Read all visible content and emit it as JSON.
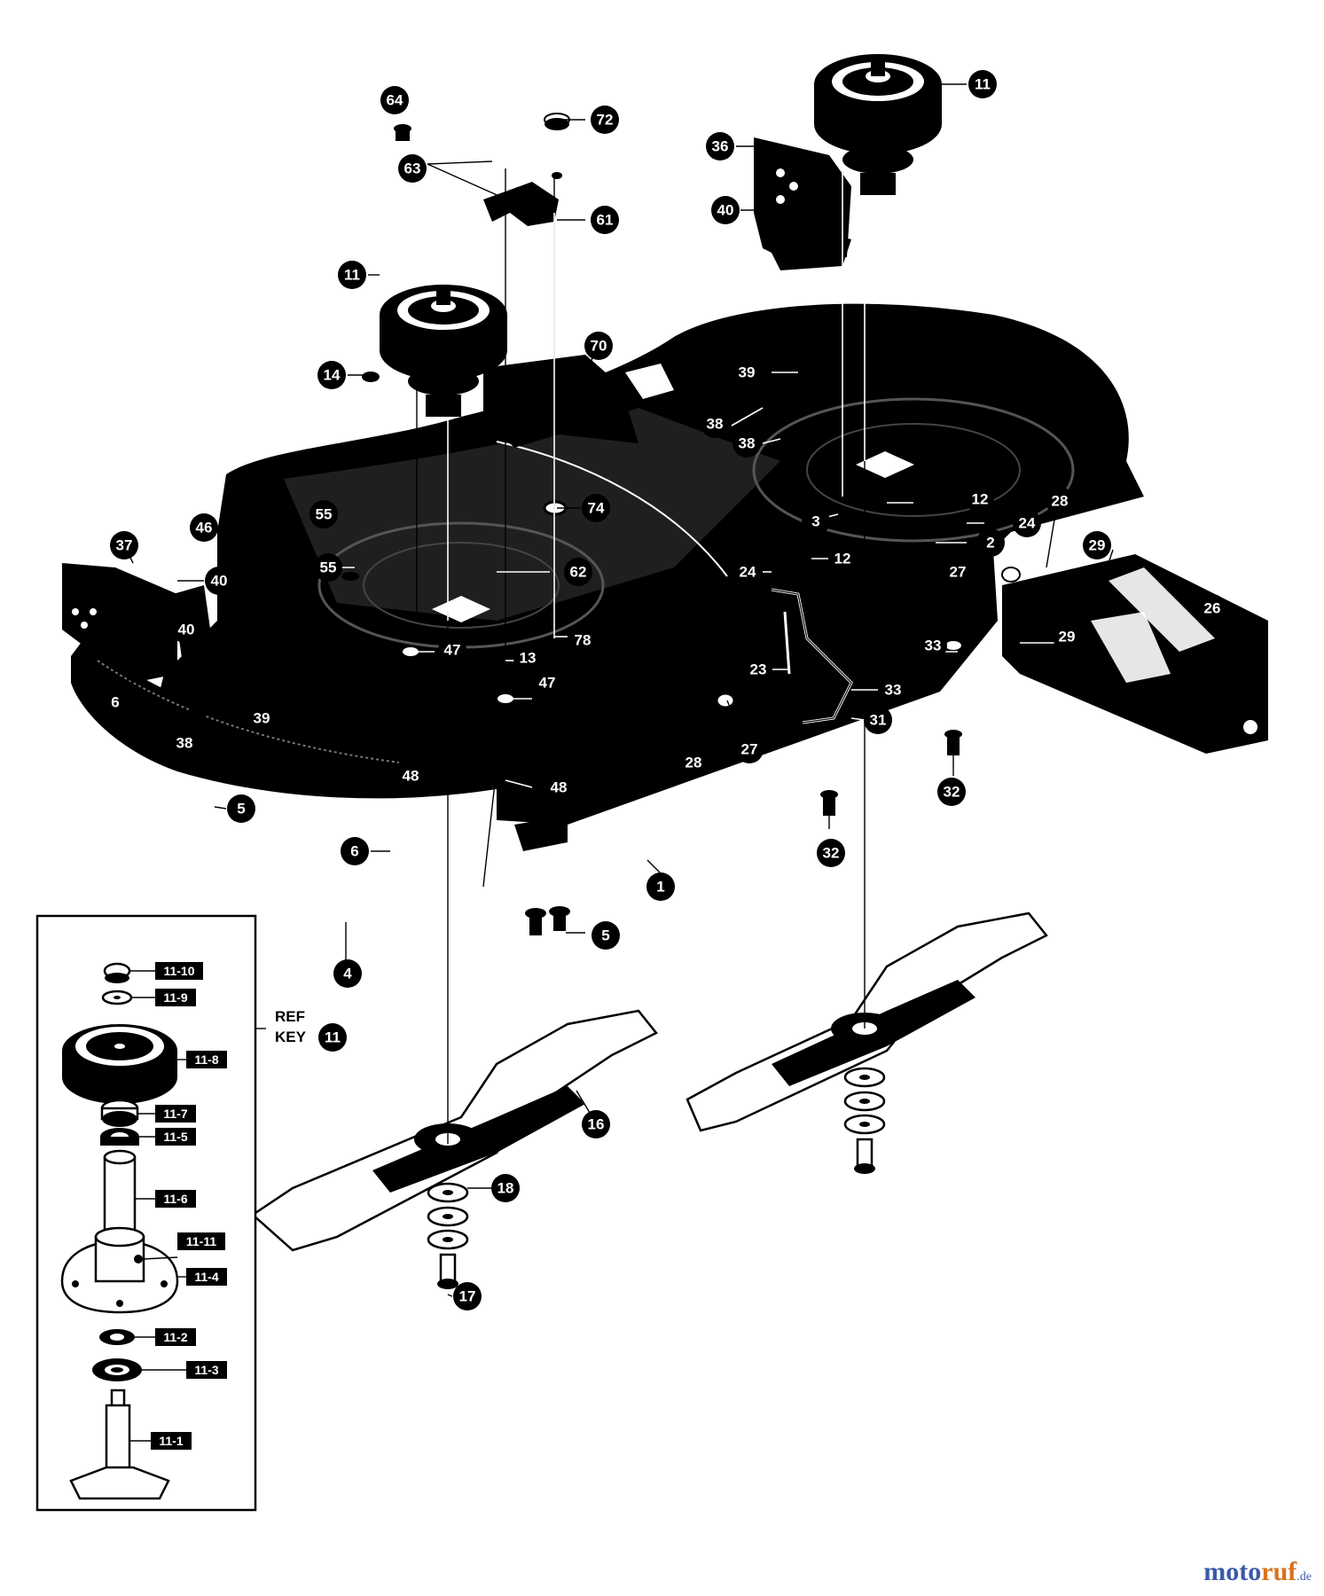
{
  "callouts": [
    {
      "id": "c64",
      "label": "64"
    },
    {
      "id": "c72",
      "label": "72"
    },
    {
      "id": "c63",
      "label": "63"
    },
    {
      "id": "c61",
      "label": "61"
    },
    {
      "id": "c11a",
      "label": "11"
    },
    {
      "id": "c36",
      "label": "36"
    },
    {
      "id": "c40a",
      "label": "40"
    },
    {
      "id": "c11b",
      "label": "11"
    },
    {
      "id": "c14",
      "label": "14"
    },
    {
      "id": "c70",
      "label": "70"
    },
    {
      "id": "c39a",
      "label": "39"
    },
    {
      "id": "c38a",
      "label": "38"
    },
    {
      "id": "c38b",
      "label": "38"
    },
    {
      "id": "c74",
      "label": "74"
    },
    {
      "id": "c55a",
      "label": "55"
    },
    {
      "id": "c46",
      "label": "46"
    },
    {
      "id": "c55b",
      "label": "55"
    },
    {
      "id": "c62",
      "label": "62"
    },
    {
      "id": "c3",
      "label": "3"
    },
    {
      "id": "c12a",
      "label": "12"
    },
    {
      "id": "c28a",
      "label": "28"
    },
    {
      "id": "c24a",
      "label": "24"
    },
    {
      "id": "c2",
      "label": "2"
    },
    {
      "id": "c12b",
      "label": "12"
    },
    {
      "id": "c24b",
      "label": "24"
    },
    {
      "id": "c27a",
      "label": "27"
    },
    {
      "id": "c29a",
      "label": "29"
    },
    {
      "id": "c26",
      "label": "26"
    },
    {
      "id": "c37",
      "label": "37"
    },
    {
      "id": "c40b",
      "label": "40"
    },
    {
      "id": "c40c",
      "label": "40"
    },
    {
      "id": "c47a",
      "label": "47"
    },
    {
      "id": "c78",
      "label": "78"
    },
    {
      "id": "c13",
      "label": "13"
    },
    {
      "id": "c47b",
      "label": "47"
    },
    {
      "id": "c23",
      "label": "23"
    },
    {
      "id": "c33a",
      "label": "33"
    },
    {
      "id": "c29b",
      "label": "29"
    },
    {
      "id": "c33b",
      "label": "33"
    },
    {
      "id": "c6a",
      "label": "6"
    },
    {
      "id": "c39b",
      "label": "39"
    },
    {
      "id": "c38c",
      "label": "38"
    },
    {
      "id": "c31",
      "label": "31"
    },
    {
      "id": "c28b",
      "label": "28"
    },
    {
      "id": "c27b",
      "label": "27"
    },
    {
      "id": "c48a",
      "label": "48"
    },
    {
      "id": "c48b",
      "label": "48"
    },
    {
      "id": "c5a",
      "label": "5"
    },
    {
      "id": "c32a",
      "label": "32"
    },
    {
      "id": "c32b",
      "label": "32"
    },
    {
      "id": "c6b",
      "label": "6"
    },
    {
      "id": "c1",
      "label": "1"
    },
    {
      "id": "c5b",
      "label": "5"
    },
    {
      "id": "c4",
      "label": "4"
    },
    {
      "id": "c16",
      "label": "16"
    },
    {
      "id": "c18",
      "label": "18"
    },
    {
      "id": "c17",
      "label": "17"
    }
  ],
  "inset": {
    "ref_line1": "REF",
    "ref_line2": "KEY",
    "ref_key": "11",
    "labels": [
      {
        "id": "r1110",
        "label": "11-10"
      },
      {
        "id": "r119",
        "label": "11-9"
      },
      {
        "id": "r118",
        "label": "11-8"
      },
      {
        "id": "r117",
        "label": "11-7"
      },
      {
        "id": "r115",
        "label": "11-5"
      },
      {
        "id": "r116",
        "label": "11-6"
      },
      {
        "id": "r1111",
        "label": "11-11"
      },
      {
        "id": "r114",
        "label": "11-4"
      },
      {
        "id": "r112",
        "label": "11-2"
      },
      {
        "id": "r113",
        "label": "11-3"
      },
      {
        "id": "r111",
        "label": "11-1"
      }
    ]
  },
  "watermark": {
    "part1": "moto",
    "part2": "ruf",
    "part3": ".de"
  },
  "colors": {
    "ink": "#000000",
    "paper": "#ffffff",
    "watermark_blue": "#3a5aa8",
    "watermark_orange": "#d8731c"
  }
}
